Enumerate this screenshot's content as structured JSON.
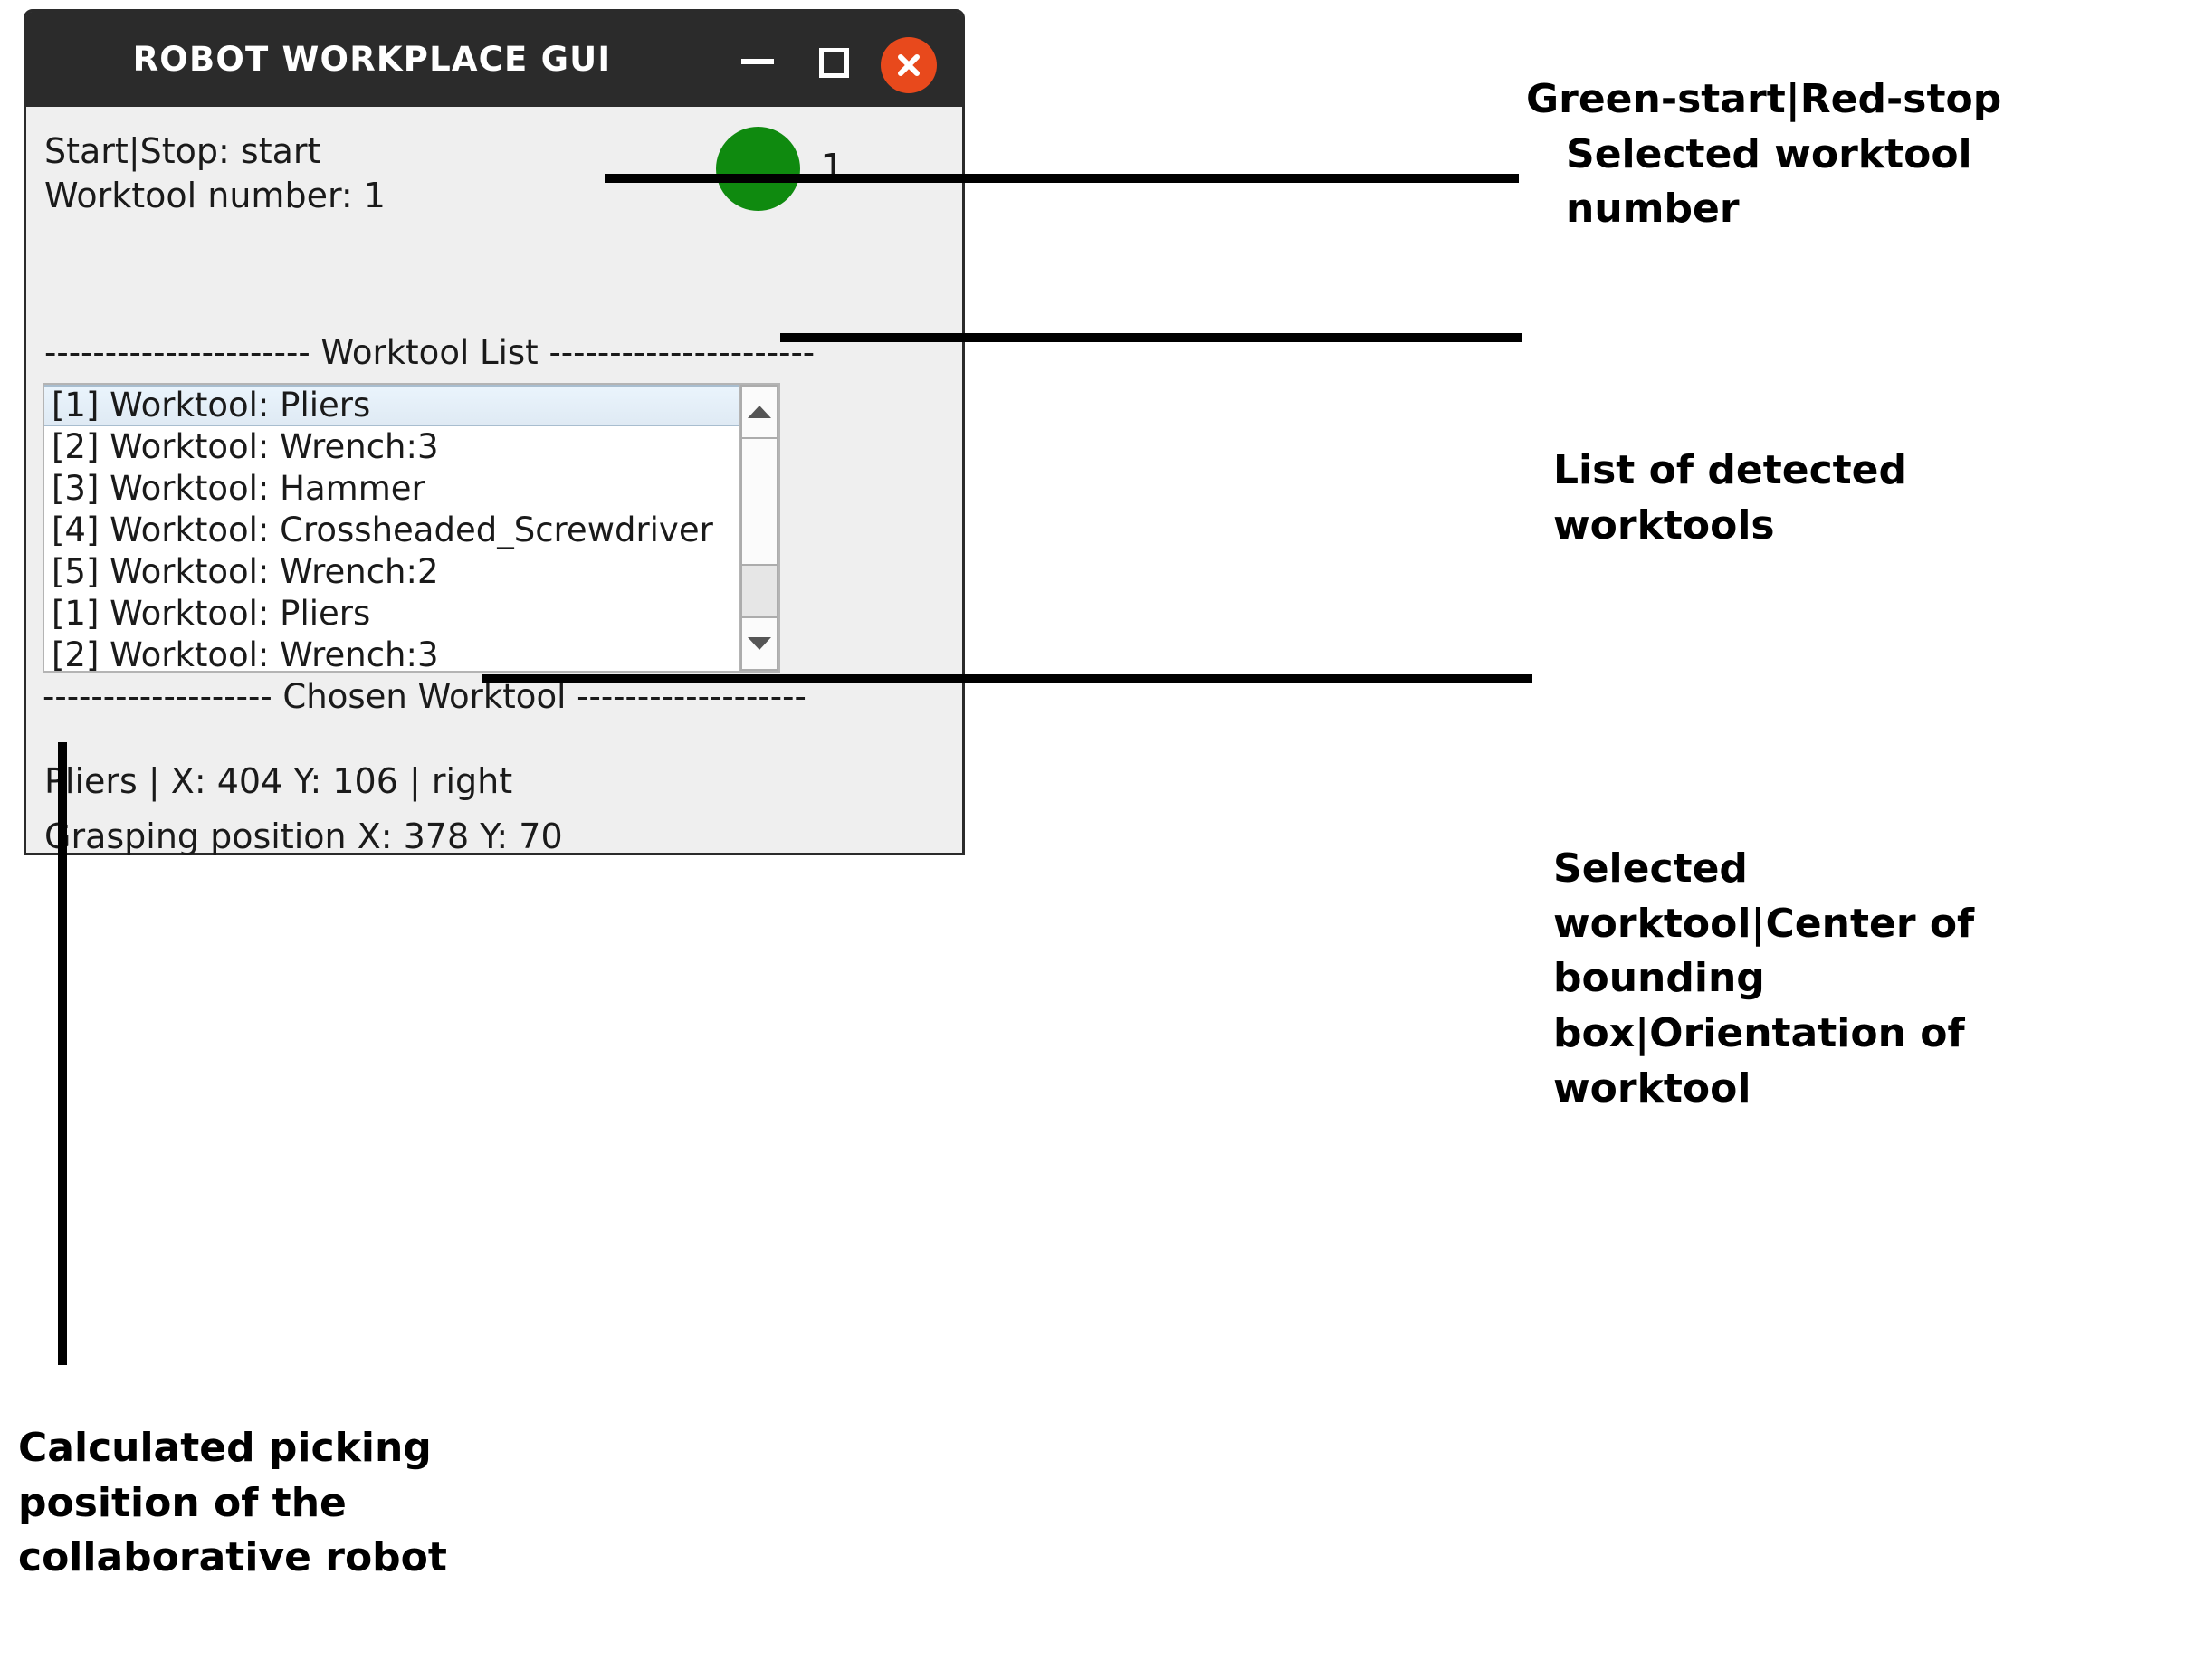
{
  "window": {
    "title": "ROBOT WORKPLACE GUI",
    "controls": {
      "minimize": "–",
      "maximize": "□",
      "close": "✕"
    }
  },
  "status": {
    "start_stop_line": "Start|Stop: start",
    "worktool_number_line": "Worktool number: 1",
    "indicator_color": "#0f8a0f",
    "indicator_state": "green",
    "selected_number": "1"
  },
  "worktool_list": {
    "header": "---------------------- Worktool List ----------------------",
    "items": [
      {
        "label": "[1] Worktool: Pliers",
        "selected": true
      },
      {
        "label": "[2] Worktool: Wrench:3",
        "selected": false
      },
      {
        "label": "[3] Worktool: Hammer",
        "selected": false
      },
      {
        "label": "[4] Worktool: Crossheaded_Screwdriver",
        "selected": false
      },
      {
        "label": "[5] Worktool: Wrench:2",
        "selected": false
      },
      {
        "label": "[1] Worktool: Pliers",
        "selected": false
      },
      {
        "label": "[2] Worktool: Wrench:3",
        "selected": false
      }
    ]
  },
  "chosen_worktool": {
    "header": "------------------- Chosen Worktool -------------------",
    "summary": "Pliers | X: 404 Y: 106 | right",
    "grasping": "Grasping position X: 378 Y: 70"
  },
  "annotations": {
    "indicator": {
      "line1": "Green-start|Red-stop",
      "line2": "Selected worktool",
      "line3": "number"
    },
    "list": {
      "line1": "List of detected",
      "line2": "worktools"
    },
    "chosen": {
      "line1": "Selected",
      "line2": "worktool|Center of",
      "line3": "bounding",
      "line4": "box|Orientation of",
      "line5": "worktool"
    },
    "picking": {
      "line1": "Calculated picking",
      "line2": "position of the",
      "line3": "collaborative robot"
    }
  }
}
